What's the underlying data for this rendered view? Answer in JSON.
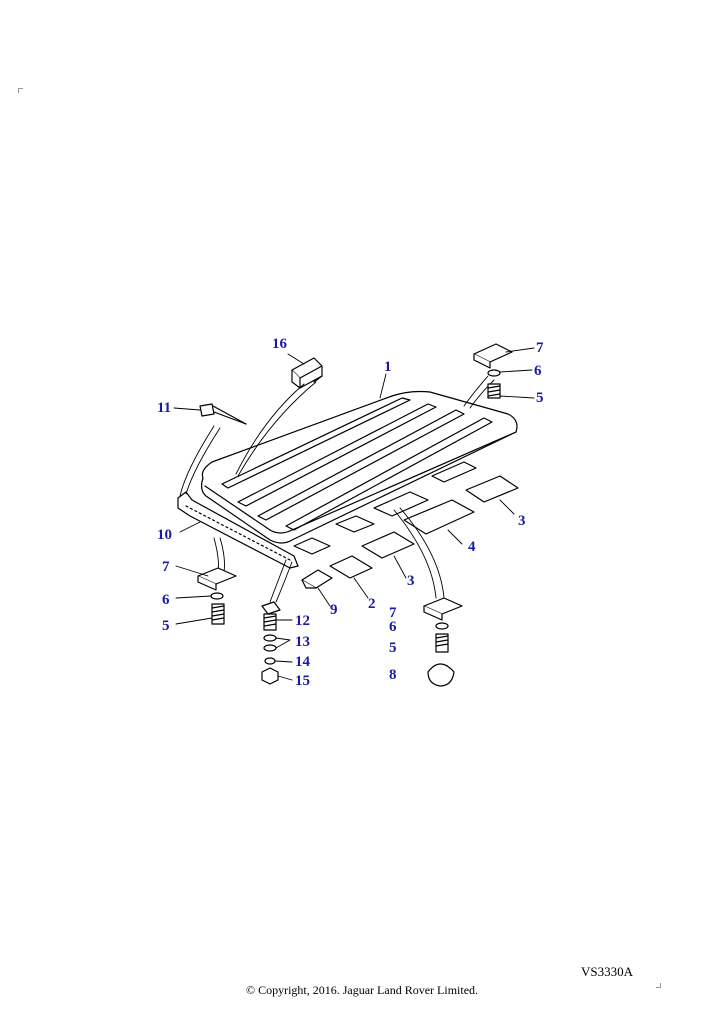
{
  "diagram": {
    "callouts": [
      {
        "id": "c16",
        "label": "16"
      },
      {
        "id": "c1",
        "label": "1"
      },
      {
        "id": "c11",
        "label": "11"
      },
      {
        "id": "c7a",
        "label": "7"
      },
      {
        "id": "c6a",
        "label": "6"
      },
      {
        "id": "c5a",
        "label": "5"
      },
      {
        "id": "c3a",
        "label": "3"
      },
      {
        "id": "c10",
        "label": "10"
      },
      {
        "id": "c4",
        "label": "4"
      },
      {
        "id": "c7b",
        "label": "7"
      },
      {
        "id": "c6b",
        "label": "6"
      },
      {
        "id": "c5b",
        "label": "5"
      },
      {
        "id": "c9",
        "label": "9"
      },
      {
        "id": "c2",
        "label": "2"
      },
      {
        "id": "c3b",
        "label": "3"
      },
      {
        "id": "c12",
        "label": "12"
      },
      {
        "id": "c13",
        "label": "13"
      },
      {
        "id": "c14",
        "label": "14"
      },
      {
        "id": "c15",
        "label": "15"
      },
      {
        "id": "c7c",
        "label": "7"
      },
      {
        "id": "c6c",
        "label": "6"
      },
      {
        "id": "c5c",
        "label": "5"
      },
      {
        "id": "c8",
        "label": "8"
      }
    ],
    "reference_code": "VS3330A",
    "copyright": "© Copyright, 2016. Jaguar Land Rover Limited."
  }
}
